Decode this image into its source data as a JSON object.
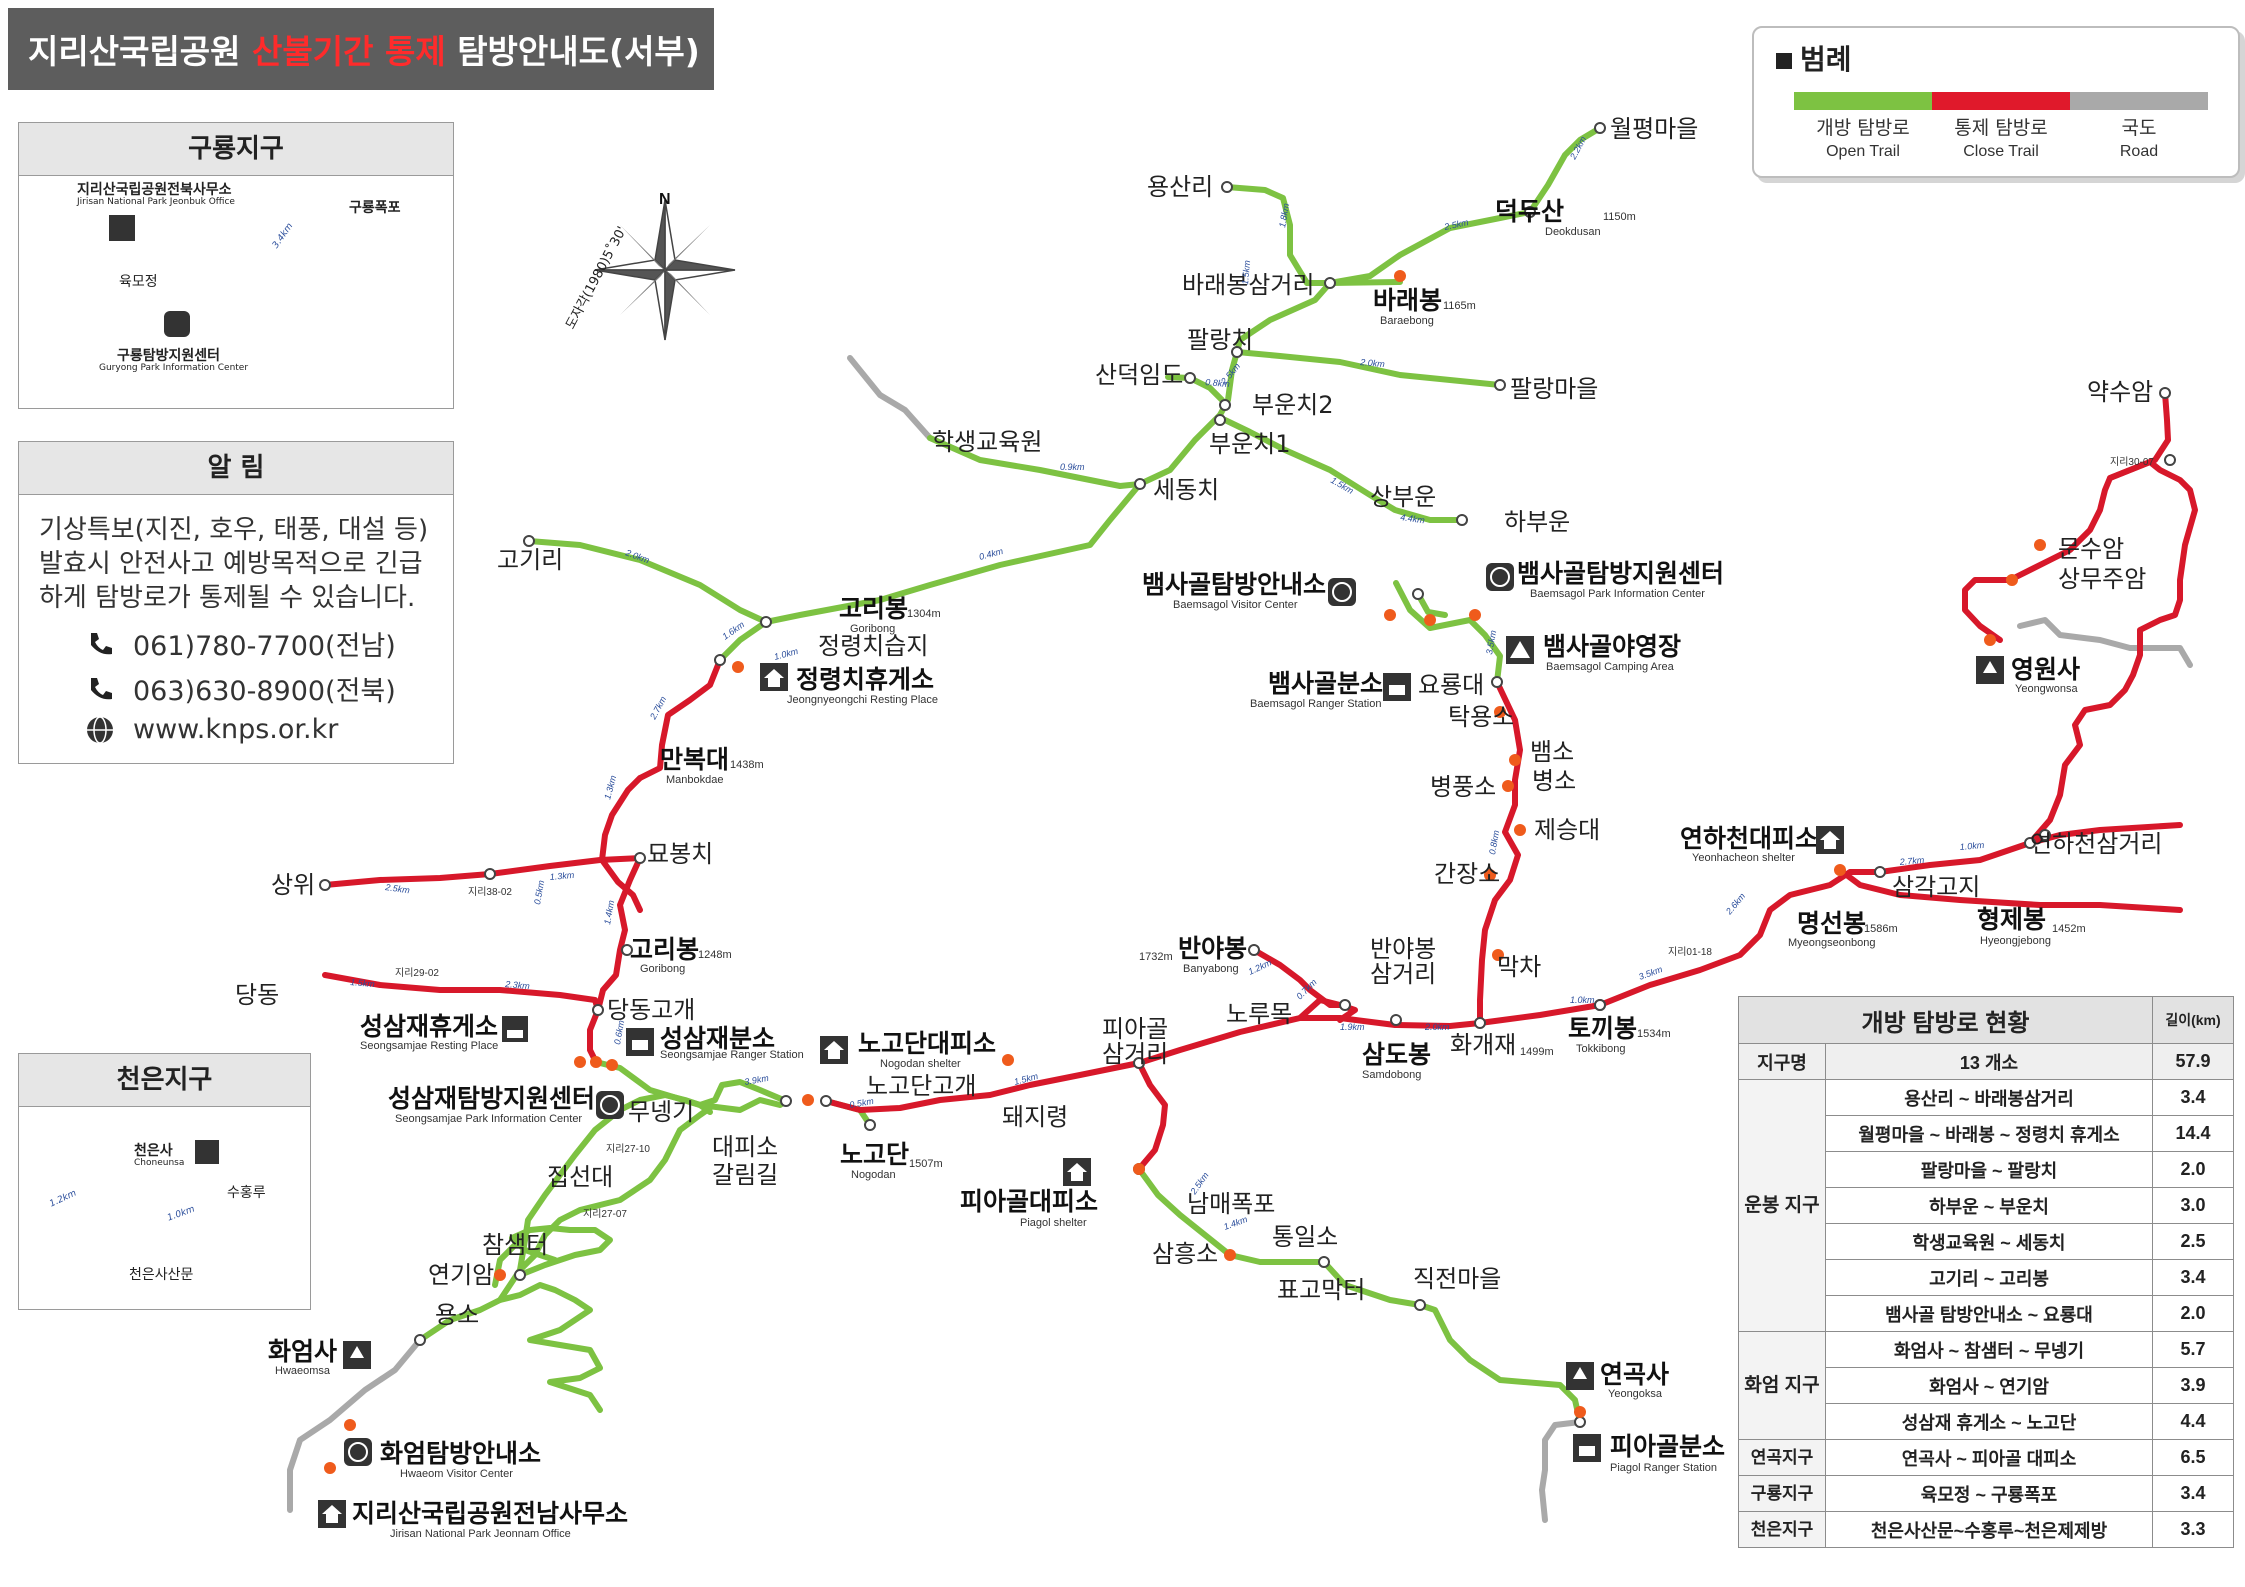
{
  "title": {
    "prefix": "지리산국립공원",
    "highlight": "산불기간 통제",
    "suffix": "탐방안내도(서부)"
  },
  "colors": {
    "open": "#7dc242",
    "closed": "#d7182a",
    "road": "#a9a9a9",
    "facility": "#ef5b1c"
  },
  "legend": {
    "title": "범례",
    "items": [
      {
        "ko": "개방 탐방로",
        "en": "Open Trail"
      },
      {
        "ko": "통제 탐방로",
        "en": "Close Trail"
      },
      {
        "ko": "국도",
        "en": "Road"
      }
    ]
  },
  "guryong": {
    "title": "구룡지구",
    "labels": {
      "office_ko": "지리산국립공원전북사무소",
      "office_en": "Jirisan National Park Jeonbuk Office",
      "falls": "구룡폭포",
      "yukmo": "육모정",
      "center_ko": "구룡탐방지원센터",
      "center_en": "Guryong Park Information Center",
      "dist": "3.4km"
    }
  },
  "notice": {
    "title": "알 림",
    "text": "기상특보(지진, 호우, 태풍, 대설 등) 발효시 안전사고 예방목적으로 긴급하게 탐방로가 통제될 수 있습니다.",
    "phone1": "061)780-7700(전남)",
    "phone2": "063)630-8900(전북)",
    "web": "www.knps.or.kr"
  },
  "cheoneun": {
    "title": "천은지구",
    "labels": {
      "temple_ko": "천은사",
      "temple_en": "Choneunsa",
      "suhong": "수홍루",
      "gate": "천은사산문",
      "d1": "1.2km",
      "d2": "1.0km"
    }
  },
  "compass": {
    "n": "N",
    "declination": "도자각(1980)5˚30'"
  },
  "map_labels": {
    "wolpyeong": "월평마을",
    "yongsan": "용산리",
    "dedu": "덕두산",
    "dedu_en": "Deokdusan",
    "dedu_h": "1150m",
    "baraebong_sam": "바래봉삼거리",
    "baraebong": "바래봉",
    "baraebong_h": "1165m",
    "baraebong_en": "Baraebong",
    "palangchi": "팔랑치",
    "palang_maeul": "팔랑마을",
    "sandeok": "산덕임도",
    "buun2": "부운치2",
    "buun1": "부운치1",
    "haksaeng": "학생교육원",
    "sedong": "세동치",
    "sangbuun": "상부운",
    "habuun": "하부운",
    "gogiri": "고기리",
    "goribong_n": "고리봉",
    "goribong_n_h": "1304m",
    "goribong_n_en": "Goribong",
    "jeongryeong_wet": "정령치습지",
    "jeongryeong_rest": "정령치휴게소",
    "jeongryeong_rest_en": "Jeongnyeongchi Resting Place",
    "manbok": "만복대",
    "manbok_h": "1438m",
    "manbok_en": "Manbokdae",
    "myobong": "묘봉치",
    "sangwi": "상위",
    "post_38_02": "지리38-02",
    "goribong_s": "고리봉",
    "goribong_s_h": "1248m",
    "goribong_s_en": "Goribong",
    "dangdong": "당동",
    "dangdong_gogae": "당동고개",
    "post_29_02": "지리29-02",
    "sss_rest": "성삼재휴게소",
    "sss_rest_en": "Seongsamjae Resting Place",
    "sss_ranger": "성삼재분소",
    "sss_ranger_en": "Seongsamjae Ranger Station",
    "sss_center": "성삼재탐방지원센터",
    "sss_center_en": "Seongsamjae Park Information Center",
    "nogodan_shelter": "노고단대피소",
    "nogodan_shelter_en": "Nogodan shelter",
    "nogodan_gogae": "노고단고개",
    "nogodan": "노고단",
    "nogodan_h": "1507m",
    "nogodan_en": "Nogodan",
    "munegi": "무넹기",
    "daepiso1": "대피소",
    "daepiso2": "갈림길",
    "doejiryeong": "돼지령",
    "post_27_10": "지리27-10",
    "post_27_07": "지리27-07",
    "jipseon": "집선대",
    "chamsaem": "참샘터",
    "yeongiam": "연기암",
    "yongso": "용소",
    "hwaeomsa": "화엄사",
    "hwaeomsa_en": "Hwaeomsa",
    "hwaeom_visitor": "화엄탐방안내소",
    "hwaeom_visitor_en": "Hwaeom Visitor Center",
    "jeonnam_office": "지리산국립공원전남사무소",
    "jeonnam_office_en": "Jirisan National Park Jeonnam Office",
    "piagol_sam1": "피아골",
    "piagol_sam2": "삼거리",
    "piagol_shelter": "피아골대피소",
    "piagol_shelter_en": "Piagol shelter",
    "nammae": "남매폭포",
    "samheung": "삼흥소",
    "tongil": "통일소",
    "pyogo": "표고막터",
    "jikjeon": "직전마을",
    "yeongoksa": "연곡사",
    "yeongoksa_en": "Yeongoksa",
    "piagol_ranger": "피아골분소",
    "piagol_ranger_en": "Piagol Ranger Station",
    "banyabong": "반야봉",
    "banyabong_h": "1732m",
    "banyabong_en": "Banyabong",
    "banyabong_sam1": "반야봉",
    "banyabong_sam2": "삼거리",
    "norumok": "노루목",
    "samdobong": "삼도봉",
    "samdobong_en": "Samdobong",
    "hwagae": "화개재",
    "hwagae_h": "1499m",
    "makcha": "막차",
    "ganjang": "간장소",
    "jeseung": "제승대",
    "byeongpung": "병풍소",
    "baemso": "뱀소",
    "byeongso": "병소",
    "takyong": "탁용소",
    "yoryong": "요룡대",
    "baemsagol_visitor": "뱀사골탐방안내소",
    "baemsagol_visitor_en": "Baemsagol Visitor Center",
    "baemsagol_center": "뱀사골탐방지원센터",
    "baemsagol_center_en": "Baemsagol Park Information Center",
    "baemsagol_camp": "뱀사골야영장",
    "baemsagol_camp_en": "Baemsagol Camping Area",
    "baemsagol_ranger": "뱀사골분소",
    "baemsagol_ranger_en": "Baemsagol Ranger Station",
    "tokki": "토끼봉",
    "tokki_h": "1534m",
    "tokki_en": "Tokkibong",
    "post_01_18": "지리01-18",
    "myeongseon": "명선봉",
    "myeongseon_h": "1586m",
    "myeongseon_en": "Myeongseonbong",
    "yeonha_shelter": "연하천대피소",
    "yeonha_shelter_en": "Yeonhacheon shelter",
    "samgak": "삼각고지",
    "yeonha_sam": "연하천삼거리",
    "hyeongje": "형제봉",
    "hyeongje_h": "1452m",
    "hyeongje_en": "Hyeongjebong",
    "yaksuam": "약수암",
    "post_30_07": "지리30-07",
    "munsuam": "문수암",
    "sangmujuam": "상무주암",
    "yeongwonsa": "영원사",
    "yeongwonsa_en": "Yeongwonsa"
  },
  "distances": [
    "2.2km",
    "2.5km",
    "1.8km",
    "1.5km",
    "2.0km",
    "0.8km",
    "2.5km",
    "1.5km",
    "4.4km",
    "0.9km",
    "0.4km",
    "2.0km",
    "1.6km",
    "1.0km",
    "2.7km",
    "1.3km",
    "1.4km",
    "0.5km",
    "2.5km",
    "1.3km",
    "1.5km",
    "2.3km",
    "0.6km",
    "3.9km",
    "1.5km",
    "0.5km",
    "2.5km",
    "1.4km",
    "1.2km",
    "0.7km",
    "1.9km",
    "2.0km",
    "3.5km",
    "0.8km",
    "1.0km",
    "3.5km",
    "2.6km",
    "2.7km",
    "1.0km"
  ],
  "status_table": {
    "title": "개방 탐방로 현황",
    "len_header": "길이(km)",
    "col_district": "지구명",
    "total_label": "13 개소",
    "total_len": "57.9",
    "groups": [
      {
        "name": "운봉 지구",
        "rows": [
          {
            "route": "용산리 ~ 바래봉삼거리",
            "len": "3.4"
          },
          {
            "route": "월평마을 ~ 바래봉 ~ 정령치 휴게소",
            "len": "14.4"
          },
          {
            "route": "팔랑마을 ~ 팔랑치",
            "len": "2.0"
          },
          {
            "route": "하부운 ~ 부운치",
            "len": "3.0"
          },
          {
            "route": "학생교육원 ~ 세동치",
            "len": "2.5"
          },
          {
            "route": "고기리 ~ 고리봉",
            "len": "3.4"
          },
          {
            "route": "뱀사골 탐방안내소 ~ 요룡대",
            "len": "2.0"
          }
        ]
      },
      {
        "name": "화엄 지구",
        "rows": [
          {
            "route": "화엄사 ~ 참샘터 ~ 무넹기",
            "len": "5.7"
          },
          {
            "route": "화엄사 ~ 연기암",
            "len": "3.9"
          },
          {
            "route": "성삼재 휴게소 ~ 노고단",
            "len": "4.4"
          }
        ]
      },
      {
        "name": "연곡지구",
        "rows": [
          {
            "route": "연곡사 ~ 피아골 대피소",
            "len": "6.5"
          }
        ]
      },
      {
        "name": "구룡지구",
        "rows": [
          {
            "route": "육모정 ~ 구룡폭포",
            "len": "3.4"
          }
        ]
      },
      {
        "name": "천은지구",
        "rows": [
          {
            "route": "천은사산문~수홍루~천은제제방",
            "len": "3.3"
          }
        ]
      }
    ]
  }
}
